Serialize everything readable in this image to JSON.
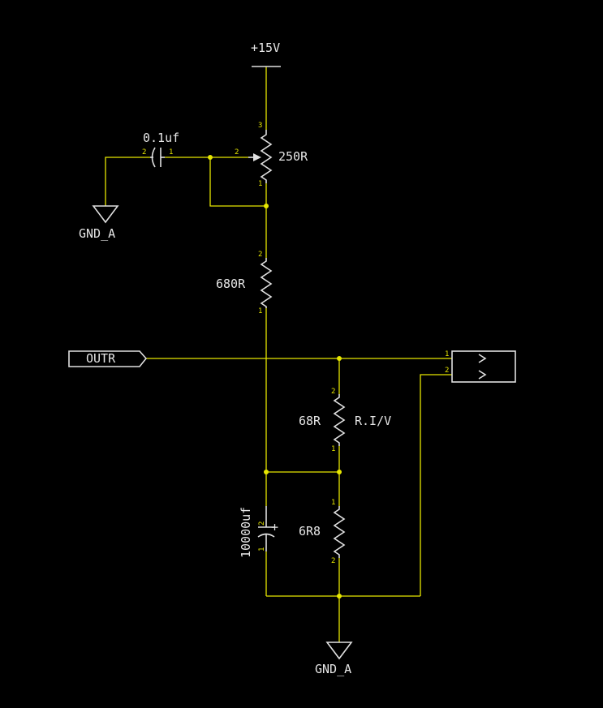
{
  "power": {
    "vcc": "+15V",
    "gnd_top": "GND_A",
    "gnd_bottom": "GND_A"
  },
  "components": {
    "c1": {
      "value": "0.1uf",
      "pin_a": "2",
      "pin_b": "1"
    },
    "pot": {
      "value": "250R",
      "pin_top": "3",
      "pin_wiper": "2",
      "pin_bottom": "1"
    },
    "r680": {
      "value": "680R",
      "pin_top": "2",
      "pin_bottom": "1"
    },
    "r68": {
      "value": "68R",
      "note": "R.I/V",
      "pin_top": "2",
      "pin_bottom": "1"
    },
    "r6r8": {
      "value": "6R8",
      "pin_top": "1",
      "pin_bottom": "2"
    },
    "c_big": {
      "value": "10000uf",
      "polarity": "+",
      "pin_top": "2",
      "pin_bottom": "1"
    }
  },
  "port": {
    "name": "OUTR"
  },
  "connector": {
    "pin1": "1",
    "pin2": "2"
  },
  "colors": {
    "wire": "#e6e600",
    "part": "#e0e0e0",
    "background": "#000000"
  }
}
